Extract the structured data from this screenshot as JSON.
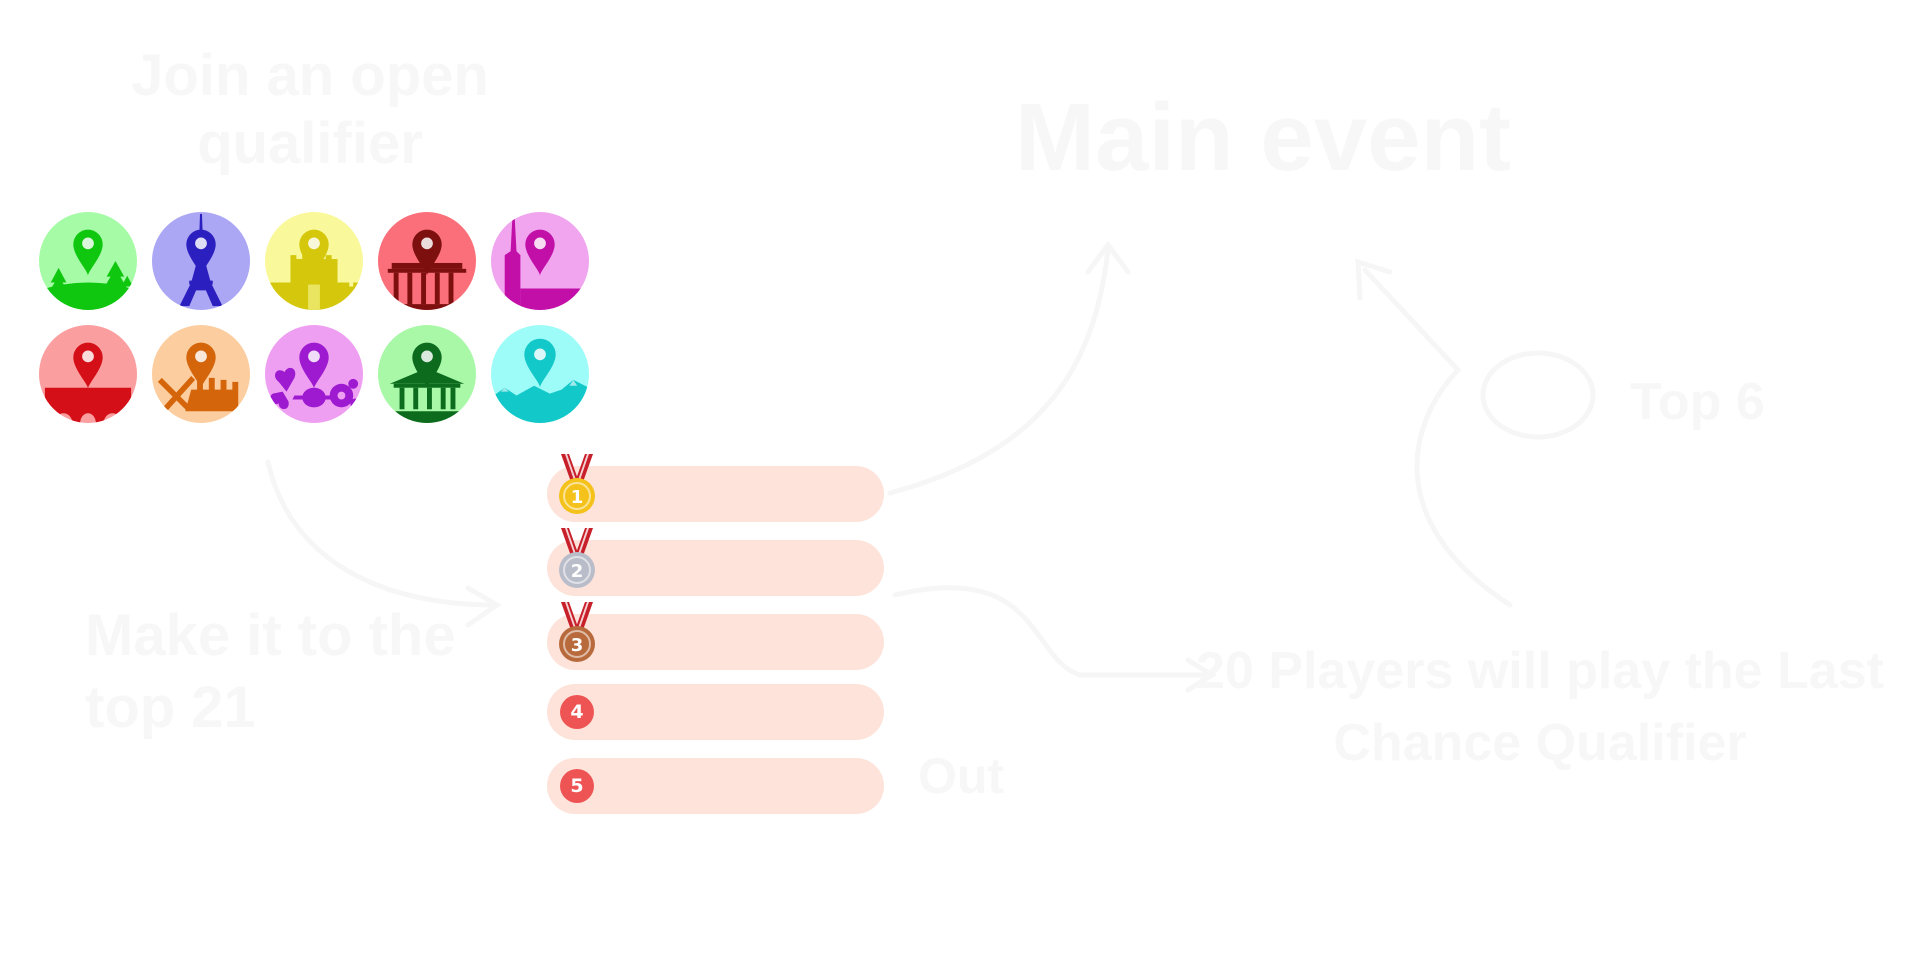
{
  "labels": {
    "join": "Join an open qualifier",
    "main_event": "Main event",
    "make_it": "Make it to the top 21",
    "top6": "Top 6",
    "twenty": "20 Players will play the Last Chance Qualifier",
    "out": "Out"
  },
  "qualifier_icons": [
    {
      "name": "forest-pin-icon",
      "bg": "#a6fba6",
      "fg": "#0fc70f"
    },
    {
      "name": "eiffel-tower-icon",
      "bg": "#aba7f4",
      "fg": "#2c1fbf"
    },
    {
      "name": "castle-pin-icon",
      "bg": "#f9f89b",
      "fg": "#d4c70c"
    },
    {
      "name": "brandenburg-gate-icon",
      "bg": "#fb6f7a",
      "fg": "#7d0f0f"
    },
    {
      "name": "spire-pin-icon",
      "bg": "#f0a5ee",
      "fg": "#c20fa8"
    },
    {
      "name": "bridge-pin-icon",
      "bg": "#fb9ea0",
      "fg": "#d40f18"
    },
    {
      "name": "windmill-pin-icon",
      "bg": "#fccd9f",
      "fg": "#d4650b"
    },
    {
      "name": "flowers-pin-icon",
      "bg": "#ef9ff2",
      "fg": "#9d1ad0"
    },
    {
      "name": "temple-pin-icon",
      "bg": "#a8f8a8",
      "fg": "#0d6b1e"
    },
    {
      "name": "mountain-pin-icon",
      "bg": "#9dfbf8",
      "fg": "#13c8c9"
    }
  ],
  "ranks": [
    {
      "label": "1",
      "kind": "medal",
      "icon": "gold-medal-icon",
      "color": "#f4c21a"
    },
    {
      "label": "2",
      "kind": "medal",
      "icon": "silver-medal-icon",
      "color": "#b9bdc9"
    },
    {
      "label": "3",
      "kind": "medal",
      "icon": "bronze-medal-icon",
      "color": "#b86a3c"
    },
    {
      "label": "4",
      "kind": "badge",
      "color": "#ef5454"
    },
    {
      "label": "5",
      "kind": "badge",
      "color": "#ef5454"
    }
  ],
  "colors": {
    "row_fill": "#fde3da",
    "faint_text": "#f7f7f7",
    "arrow": "#f6f6f6",
    "rank_badge": "#ef5454"
  }
}
